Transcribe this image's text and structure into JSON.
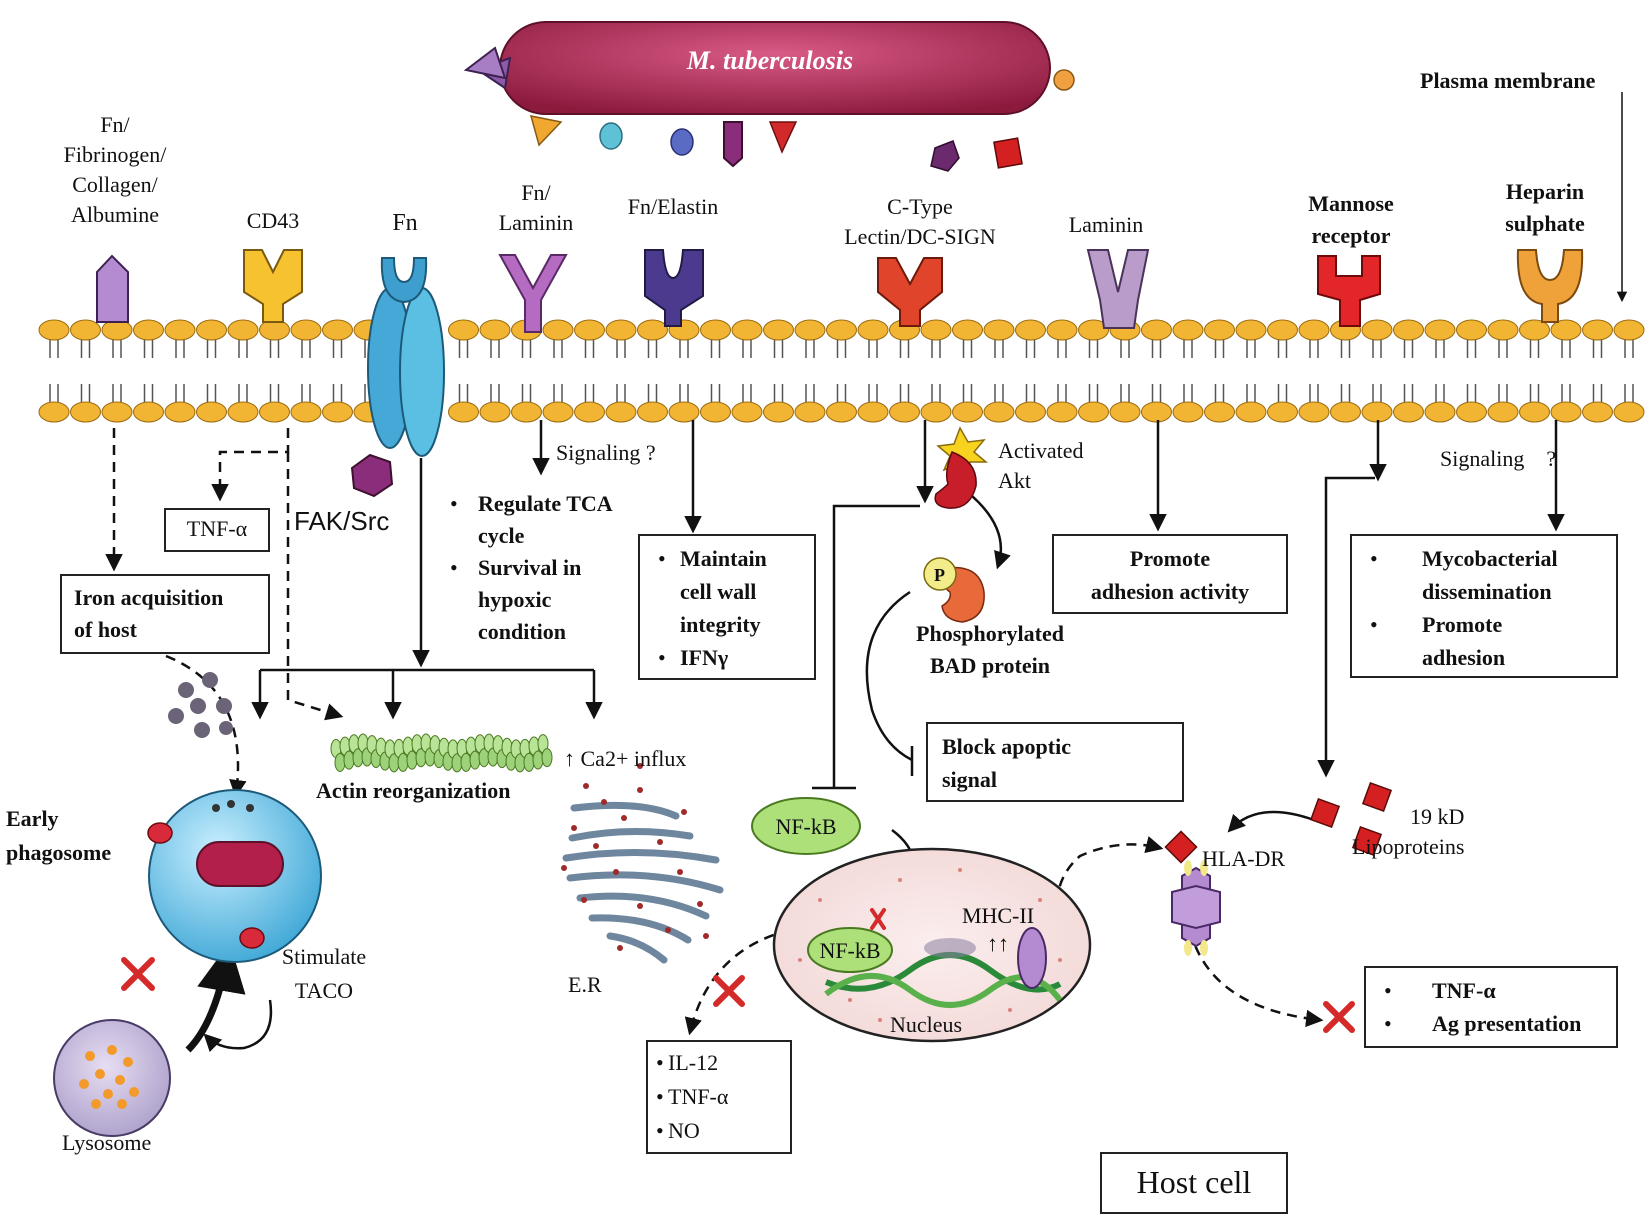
{
  "bacterium": {
    "name": "M. tuberculosis"
  },
  "receptors": {
    "fn_fib": "Fn/\nFibrinogen/\nCollagen/\nAlbumine",
    "cd43": "CD43",
    "fn": "Fn",
    "fn_laminin": "Fn/\nLaminin",
    "fn_elastin": "Fn/Elastin",
    "ctype": "C-Type\nLectin/DC-SIGN",
    "laminin": "Laminin",
    "mannose": "Mannose\nreceptor",
    "heparin": "Heparin\nsulphate",
    "plasma_membrane": "Plasma membrane"
  },
  "labels": {
    "fak_src": "FAK/Src",
    "signaling_q1": "Signaling ?",
    "signaling_q2": "Signaling    ?",
    "activated_akt": "Activated\nAkt",
    "phosphorylated_bad": "Phosphorylated\nBAD protein",
    "p_badge": "P",
    "actin": "Actin reorganization",
    "ca_influx": "↑ Ca2+  influx",
    "early_phagosome": "Early\nphagosome",
    "stimulate_taco": "Stimulate\nTACO",
    "lysosome": "Lysosome",
    "er": "E.R",
    "nfkb_outer": "NF-kB",
    "nfkb_inner": "NF-kB",
    "mhc_ii": "MHC-II\n↑↑",
    "nucleus": "Nucleus",
    "hla_dr": "HLA-DR",
    "lipoproteins": "19 kD\nLipoproteins",
    "host_cell": "Host cell"
  },
  "boxes": {
    "tnf_alpha": "TNF-α",
    "iron": "Iron acquisition\nof host",
    "tca_list": [
      "Regulate TCA\ncycle",
      "Survival in\nhypoxic\ncondition"
    ],
    "cellwall_list": [
      "Maintain\ncell wall\nintegrity",
      "IFNγ"
    ],
    "adhesion": "Promote\nadhesion activity",
    "dissemination_list": [
      "Mycobacterial\ndissemination",
      "Promote\nadhesion"
    ],
    "block_apoptic": "Block apoptic\nsignal",
    "cytokine_list": [
      "IL-12",
      "TNF-α",
      "NO"
    ],
    "tnf_ag_list": [
      "TNF-α",
      "Ag presentation"
    ]
  },
  "colors": {
    "lipid_head": "#f2b533",
    "bacterium": "#9e2348",
    "phagosome": "#5bbfe3",
    "blocked_mark": "#d42a2a"
  }
}
